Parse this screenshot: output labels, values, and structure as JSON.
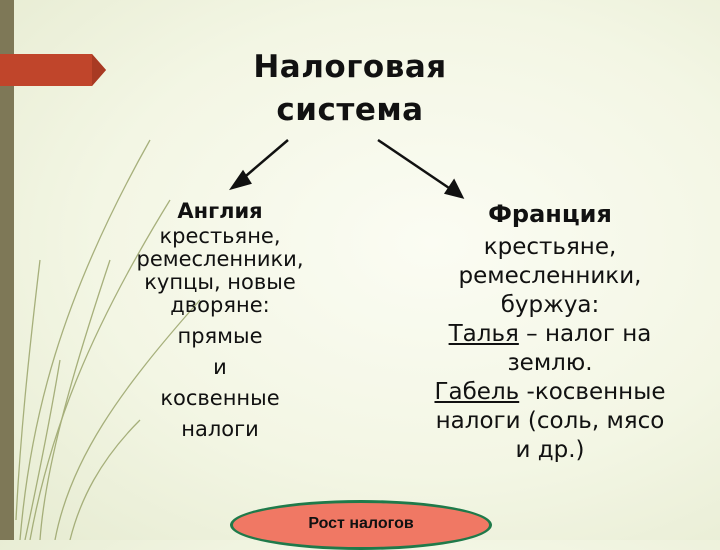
{
  "title": {
    "line1": "Налоговая",
    "line2": "система"
  },
  "england": {
    "heading": "Англия",
    "lines": [
      "крестьяне,",
      "ремесленники,",
      "купцы, новые",
      "дворяне:",
      "прямые",
      "и",
      "косвенные",
      "налоги"
    ]
  },
  "france": {
    "heading": "Франция",
    "line1": "крестьяне,",
    "line2": "ремесленники,",
    "line3": "буржуа:",
    "taille_term": "Талья",
    "taille_rest": " – налог на",
    "line5": "землю.",
    "gabelle_term": "Габель",
    "gabelle_rest": " -косвенные",
    "line7": "налоги (соль, мясо",
    "line8": "и др.)"
  },
  "badge": {
    "label": "Рост налогов"
  },
  "colors": {
    "accent_arrow": "#c0452b",
    "side_bar": "#7e7857",
    "badge_fill": "#f07864",
    "badge_border": "#1f7a4a"
  }
}
